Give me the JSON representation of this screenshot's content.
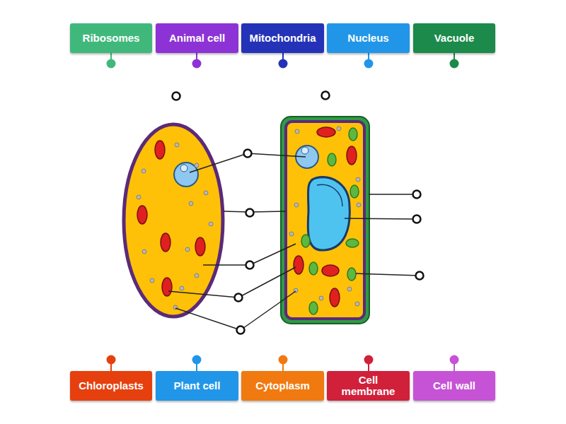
{
  "diagram": {
    "nodes": [
      {
        "text": [
          "Ribosomes"
        ]
      },
      {
        "text": [
          "Animal cell"
        ]
      },
      {
        "text": [
          "Mitochondria"
        ]
      },
      {
        "text": [
          "Nucleus"
        ]
      },
      {
        "text": [
          "Vacuole"
        ]
      },
      {
        "text": [
          "Chloroplasts"
        ]
      },
      {
        "text": [
          "Plant cell"
        ]
      },
      {
        "text": [
          "Cytoplasm"
        ]
      },
      {
        "text": [
          "Cell membrane"
        ]
      },
      {
        "text": [
          "Cell wall"
        ]
      }
    ]
  }
}
